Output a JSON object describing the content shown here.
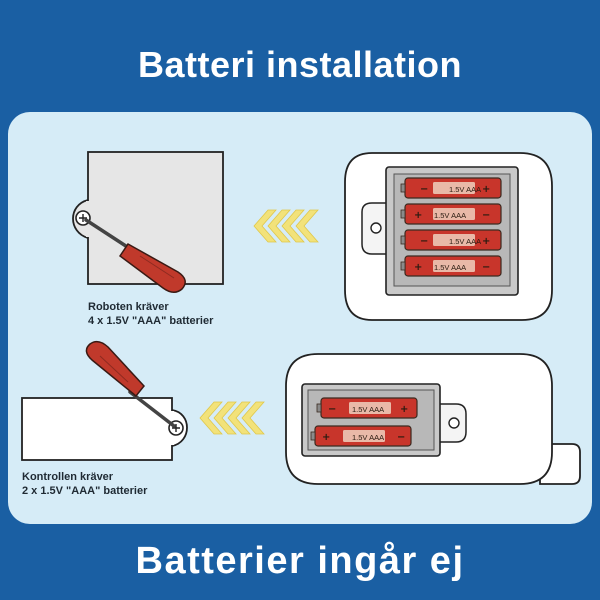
{
  "header": {
    "title": "Batteri installation"
  },
  "robot": {
    "caption_line1": "Roboten kräver",
    "caption_line2": "4 x 1.5V \"AAA\" batterier",
    "battery_count": 4
  },
  "controller": {
    "caption_line1": "Kontrollen kräver",
    "caption_line2": "2 x 1.5V \"AAA\" batterier",
    "battery_count": 2
  },
  "battery": {
    "label": "1.5V AAA",
    "plus": "+",
    "minus": "−"
  },
  "footer": {
    "text": "Batterier ingår ej"
  },
  "colors": {
    "background": "#1a5fa3",
    "panel": "#d6ecf7",
    "battery_red": "#c8352b",
    "arrow_yellow": "#f2e27a",
    "screwdriver_red": "#c0392b"
  }
}
